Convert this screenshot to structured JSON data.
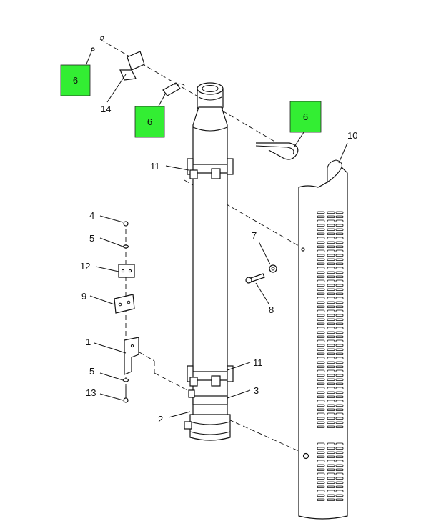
{
  "callouts": [
    {
      "id": "c1",
      "text": "1"
    },
    {
      "id": "c2",
      "text": "2"
    },
    {
      "id": "c3",
      "text": "3"
    },
    {
      "id": "c4",
      "text": "4"
    },
    {
      "id": "c5a",
      "text": "5"
    },
    {
      "id": "c5b",
      "text": "5"
    },
    {
      "id": "c7",
      "text": "7"
    },
    {
      "id": "c8",
      "text": "8"
    },
    {
      "id": "c9",
      "text": "9"
    },
    {
      "id": "c10",
      "text": "10"
    },
    {
      "id": "c11a",
      "text": "11"
    },
    {
      "id": "c11b",
      "text": "11"
    },
    {
      "id": "c12",
      "text": "12"
    },
    {
      "id": "c13",
      "text": "13"
    },
    {
      "id": "c14",
      "text": "14"
    }
  ],
  "highlights": [
    {
      "id": "h1",
      "text": "6",
      "color": "#33ee33"
    },
    {
      "id": "h2",
      "text": "6",
      "color": "#33ee33"
    },
    {
      "id": "h3",
      "text": "6",
      "color": "#33ee33"
    }
  ]
}
